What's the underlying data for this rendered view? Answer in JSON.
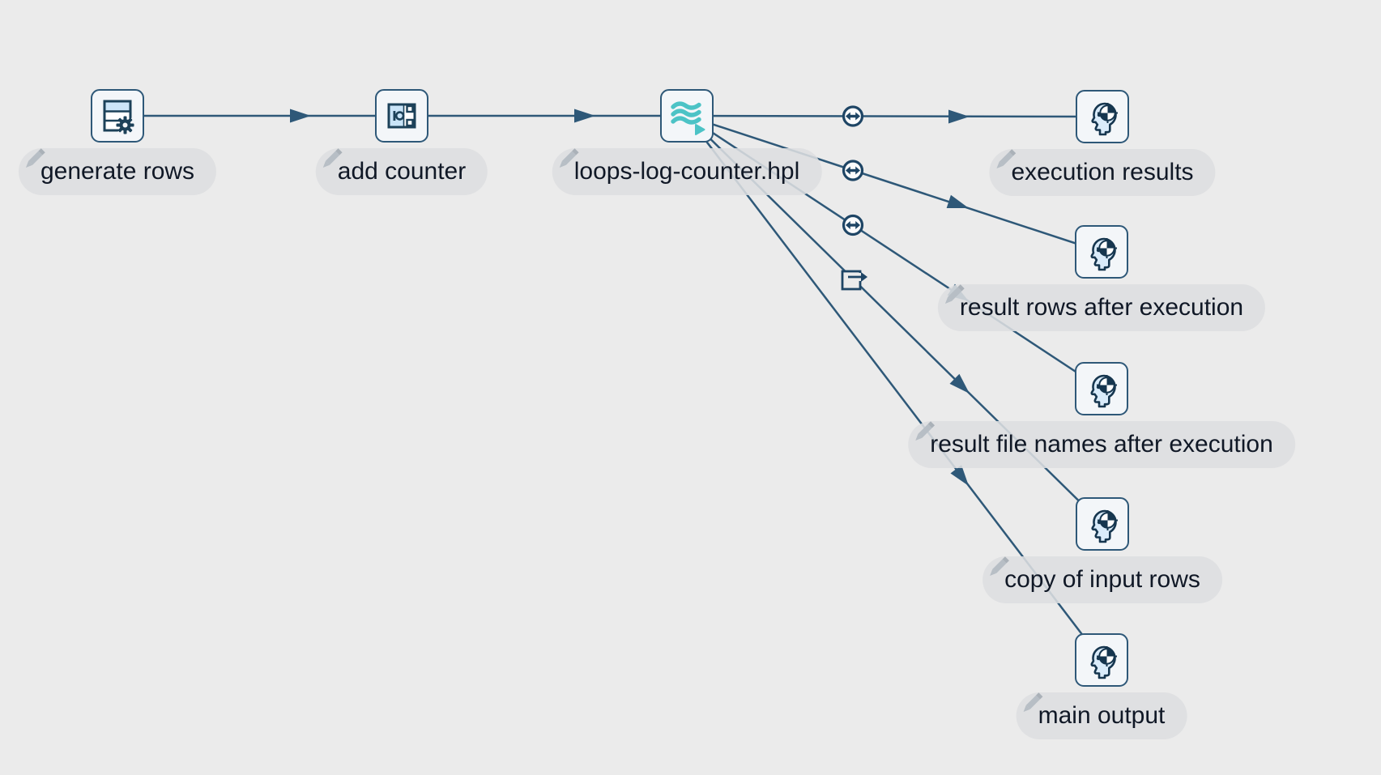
{
  "canvas": {
    "background_color": "#ebebeb",
    "type": "pipeline-editor-canvas"
  },
  "colors": {
    "hop_line": "#2e5878",
    "node_border": "#2e5878",
    "node_background": "#f3f6f9",
    "icon_navy": "#1c4159",
    "icon_light_blue": "#cde5f8",
    "accent_teal": "#4cc3c6",
    "label_background": "#dedfe0",
    "label_text": "#101826",
    "pencil_gray": "#b7bec5"
  },
  "icons": {
    "edit": "pencil-icon",
    "generate_rows": "table-rows-gear-icon",
    "add_counter": "counter-io-icon",
    "pipeline_executor": "pipeline-waves-play-icon",
    "dummy_transform": "head-target-icon",
    "copy_rows_badge": "circle-double-arrow-icon",
    "output_badge": "square-output-arrow-icon"
  },
  "add_counter_icon_text": "10",
  "nodes": [
    {
      "id": "generate-rows",
      "label": "generate rows",
      "icon": "table-rows-gear-icon"
    },
    {
      "id": "add-counter",
      "label": "add counter",
      "icon": "counter-io-icon"
    },
    {
      "id": "loops-log-counter",
      "label": "loops-log-counter.hpl",
      "icon": "pipeline-waves-play-icon"
    },
    {
      "id": "execution-results",
      "label": "execution results",
      "icon": "head-target-icon"
    },
    {
      "id": "result-rows-after-execution",
      "label": "result rows after execution",
      "icon": "head-target-icon"
    },
    {
      "id": "result-file-names-after-execution",
      "label": "result file names after execution",
      "icon": "head-target-icon"
    },
    {
      "id": "copy-of-input-rows",
      "label": "copy of input rows",
      "icon": "head-target-icon"
    },
    {
      "id": "main-output",
      "label": "main output",
      "icon": "head-target-icon"
    }
  ],
  "hops": [
    {
      "from": "generate-rows",
      "to": "add-counter",
      "marker": "mid-arrowhead"
    },
    {
      "from": "add-counter",
      "to": "loops-log-counter",
      "marker": "mid-arrowhead"
    },
    {
      "from": "loops-log-counter",
      "to": "execution-results",
      "marker": "mid-arrowhead",
      "badge": "circle-double-arrow"
    },
    {
      "from": "loops-log-counter",
      "to": "result-rows-after-execution",
      "marker": "mid-arrowhead",
      "badge": "circle-double-arrow"
    },
    {
      "from": "loops-log-counter",
      "to": "result-file-names-after-execution",
      "marker": "mid-arrowhead",
      "badge": "circle-double-arrow"
    },
    {
      "from": "loops-log-counter",
      "to": "copy-of-input-rows",
      "marker": "mid-arrowhead",
      "badge": "square-output-arrow"
    },
    {
      "from": "loops-log-counter",
      "to": "main-output",
      "marker": "mid-arrowhead"
    }
  ]
}
